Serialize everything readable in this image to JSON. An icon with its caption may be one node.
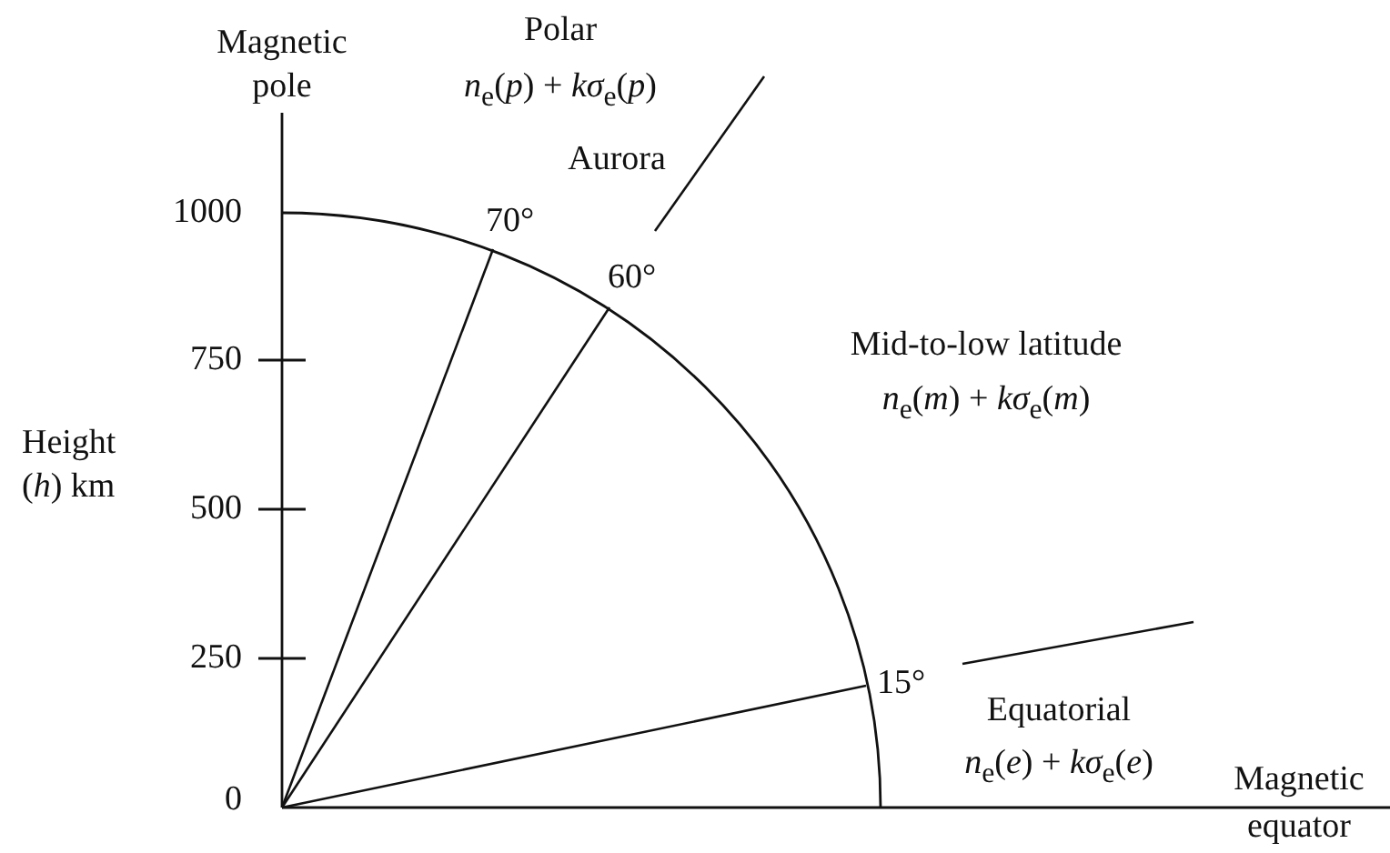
{
  "diagram": {
    "labels": [
      "Magnetic pole",
      "Polar",
      "*n*$_{e}$(*p*) + *kσ*$_{e}$(*p*)",
      "Aurora",
      "1000",
      "70°",
      "60°",
      "750",
      "Mid-to-low latitude",
      "*n*$_{e}$(*m*) + *kσ*$_{e}$(*m*)",
      "Height (*h*) km",
      "500",
      "250",
      "15°",
      "Equatorial",
      "*n*$_{e}$(*e*) + *kσ*$_{e}$(*e*)",
      "0",
      "Magnetic equator"
    ]
  }
}
